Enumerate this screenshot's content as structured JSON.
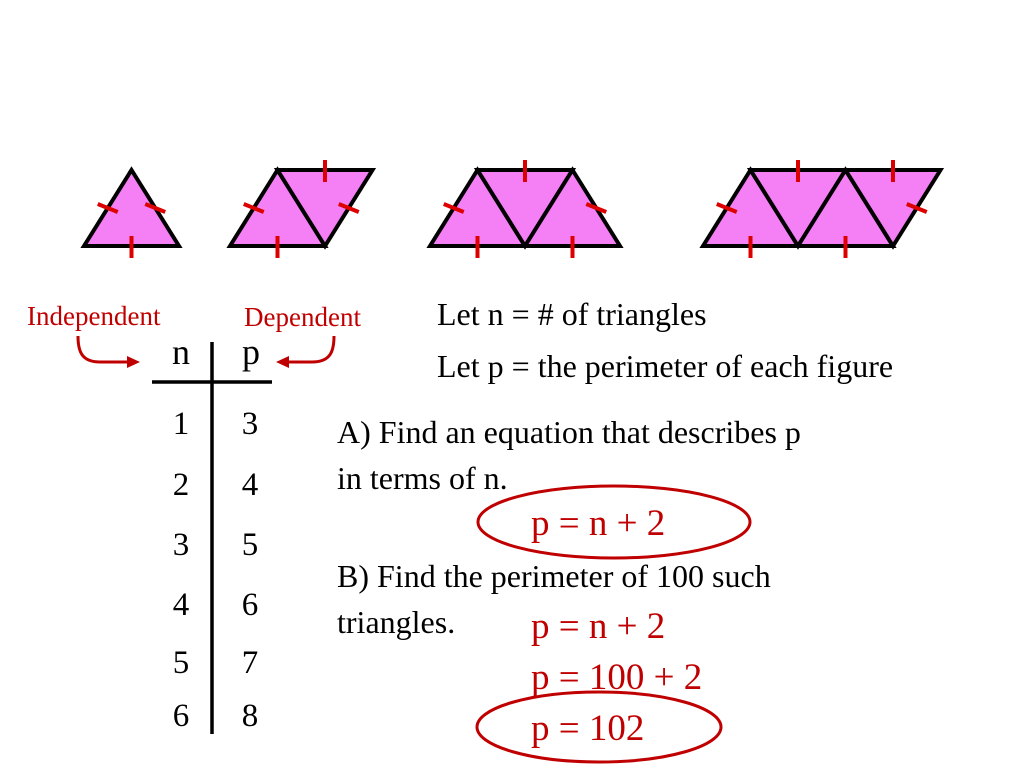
{
  "figures": {
    "fill_color": "#f580f5",
    "tick_color": "#dd0000",
    "triangle_counts": [
      1,
      2,
      3,
      4
    ]
  },
  "labels": {
    "independent": "Independent",
    "dependent": "Dependent",
    "color": "#c00000"
  },
  "table": {
    "headers": [
      "n",
      "p"
    ],
    "rows": [
      [
        "1",
        "3"
      ],
      [
        "2",
        "4"
      ],
      [
        "3",
        "5"
      ],
      [
        "4",
        "6"
      ],
      [
        "5",
        "7"
      ],
      [
        "6",
        "8"
      ]
    ]
  },
  "statements": {
    "let_n": "Let n = # of triangles",
    "let_p": "Let p = the perimeter of each figure"
  },
  "question_a": {
    "line1": "A) Find an equation that describes p",
    "line2": "in terms of n.",
    "answer": "p = n + 2"
  },
  "question_b": {
    "line1": "B) Find the perimeter of 100 such",
    "line2": "triangles.",
    "steps": [
      "p = n + 2",
      "p = 100 + 2",
      "p = 102"
    ]
  }
}
